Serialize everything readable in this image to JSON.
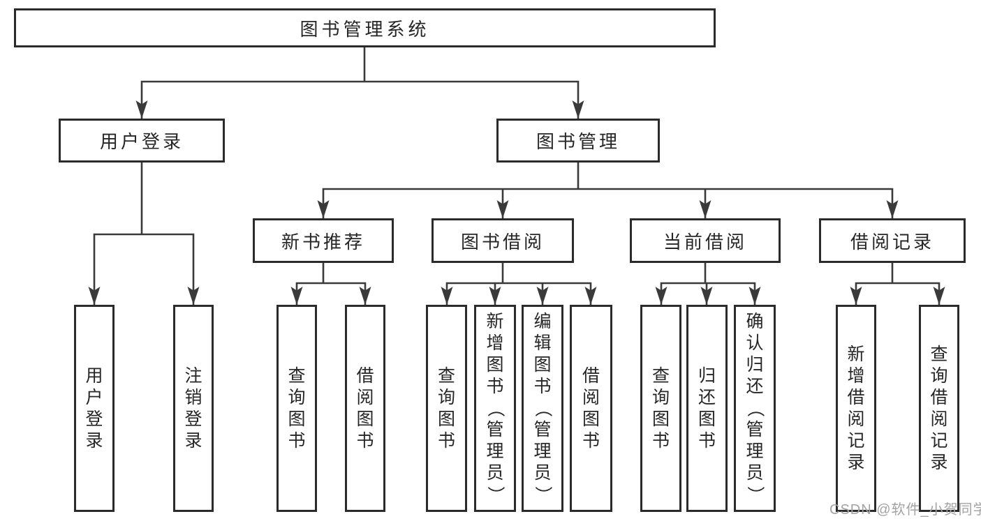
{
  "colors": {
    "background": "#ffffff",
    "box_border": "#2b2b2b",
    "connector": "#3a3a3a",
    "text": "#262626",
    "watermark": "#a3a3a3"
  },
  "tree": {
    "root": "图书管理系统",
    "branches": [
      {
        "label": "用户登录",
        "children": [
          "用户登录",
          "注销登录"
        ]
      },
      {
        "label": "图书管理",
        "groups": [
          {
            "label": "新书推荐",
            "children": [
              "查询图书",
              "借阅图书"
            ]
          },
          {
            "label": "图书借阅",
            "children": [
              "查询图书",
              "新增图书（管理员）",
              "编辑图书（管理员）",
              "借阅图书"
            ]
          },
          {
            "label": "当前借阅",
            "children": [
              "查询图书",
              "归还图书",
              "确认归还（管理员）"
            ]
          },
          {
            "label": "借阅记录",
            "children": [
              "新增借阅记录",
              "查询借阅记录"
            ]
          }
        ]
      }
    ]
  },
  "watermark": {
    "text": "CSDN @软件_小贺同学"
  }
}
